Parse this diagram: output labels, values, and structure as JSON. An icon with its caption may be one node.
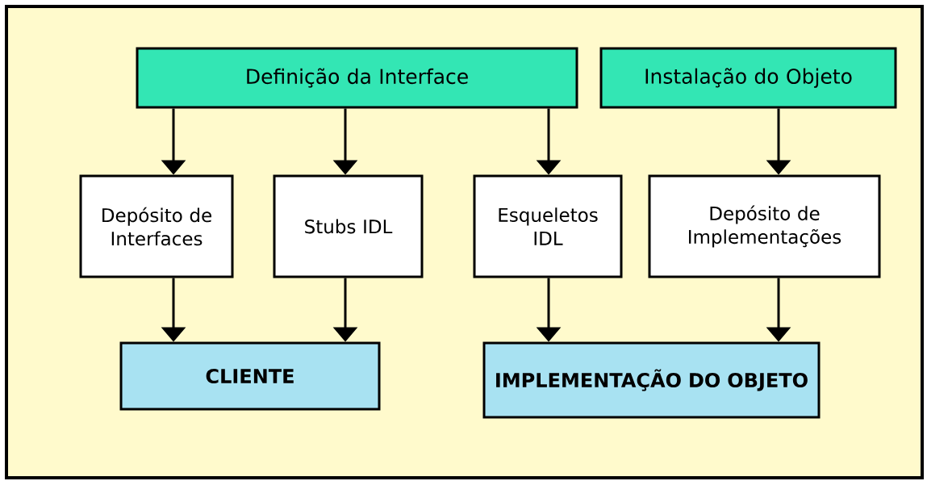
{
  "diagram": {
    "nodes": [
      {
        "text": [
          "Definição da Interface"
        ]
      },
      {
        "text": [
          "Instalação do Objeto"
        ]
      },
      {
        "text": [
          "Depósito de Interfaces"
        ]
      },
      {
        "text": [
          "Stubs IDL"
        ]
      },
      {
        "text": [
          "Esqueletos IDL"
        ]
      },
      {
        "text": [
          "Depósito de Implementações"
        ]
      },
      {
        "text": [
          "CLIENTE"
        ]
      },
      {
        "text": [
          "IMPLEMENTAÇÃO DO OBJETO"
        ]
      }
    ],
    "edges": [
      {
        "from": 0,
        "to": 2,
        "arrow": "to"
      },
      {
        "from": 0,
        "to": 3,
        "arrow": "to"
      },
      {
        "from": 0,
        "to": 4,
        "arrow": "to"
      },
      {
        "from": 1,
        "to": 5,
        "arrow": "to"
      },
      {
        "from": 2,
        "to": 6,
        "arrow": "to"
      },
      {
        "from": 3,
        "to": 6,
        "arrow": "to"
      },
      {
        "from": 4,
        "to": 7,
        "arrow": "to"
      },
      {
        "from": 5,
        "to": 7,
        "arrow": "to"
      }
    ]
  }
}
